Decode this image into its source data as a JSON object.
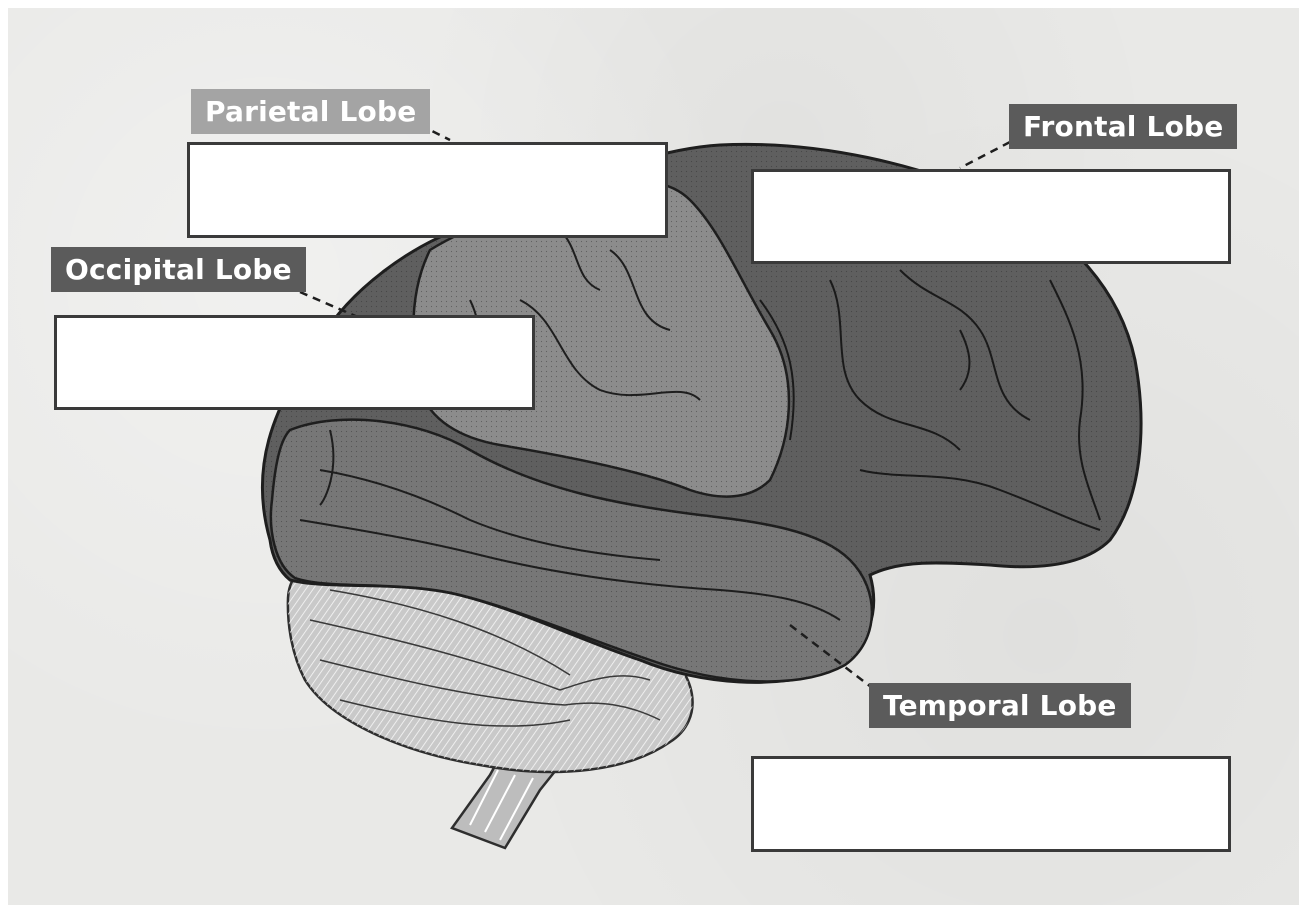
{
  "labels": {
    "parietal": "Parietal Lobe",
    "frontal": "Frontal Lobe",
    "occipital": "Occipital Lobe",
    "temporal": "Temporal Lobe"
  },
  "colors": {
    "paper": "#e9e9e7",
    "label_light": "#a4a4a4",
    "label_dark": "#5b5b5b",
    "brain_dark": "#5f5f5f",
    "brain_mid": "#777777",
    "brain_light": "#8c8c8c",
    "cerebellum": "#cfcfcf"
  },
  "answer_boxes": [
    "parietal",
    "frontal",
    "occipital",
    "temporal"
  ]
}
